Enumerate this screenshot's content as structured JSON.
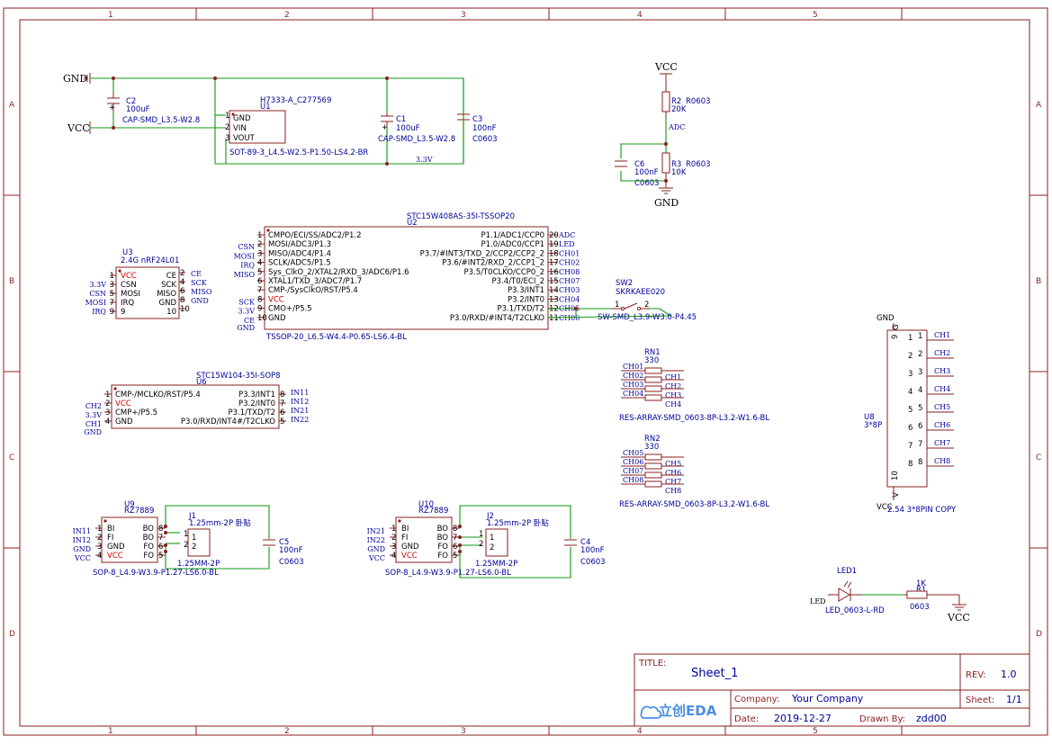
{
  "frame": {
    "columns": [
      "1",
      "2",
      "3",
      "4",
      "5"
    ],
    "rows": [
      "A",
      "B",
      "C",
      "D"
    ]
  },
  "power": {
    "gnd_top": "GND",
    "vcc_left": "VCC",
    "vcc_top": "VCC",
    "gnd_right": "GND",
    "vcc_bottom": "VCC",
    "net_3v3": "3.3V",
    "net_adc": "ADC"
  },
  "components": {
    "c2": {
      "ref": "C2",
      "value": "100uF",
      "footprint": "CAP-SMD_L3.5-W2.8"
    },
    "c1": {
      "ref": "C1",
      "value": "100uF",
      "footprint": "CAP-SMD_L3.5-W2.8"
    },
    "c3": {
      "ref": "C3",
      "value": "100nF",
      "footprint": "C0603"
    },
    "u1": {
      "ref": "U1",
      "name": "H7333-A_C277569",
      "footprint": "SOT-89-3_L4.5-W2.5-P1.50-LS4.2-BR",
      "pins": [
        {
          "num": "1",
          "name": "GND"
        },
        {
          "num": "2",
          "name": "VIN"
        },
        {
          "num": "3",
          "name": "VOUT"
        }
      ]
    },
    "r2": {
      "ref": "R2",
      "pkg": "R0603",
      "value": "20K"
    },
    "r3": {
      "ref": "R3",
      "pkg": "R0603",
      "value": "10K"
    },
    "c6": {
      "ref": "C6",
      "value": "100nF",
      "footprint": "C0603"
    },
    "u3": {
      "ref": "U3",
      "name": "2.4G nRF24L01",
      "left": [
        {
          "num": "1",
          "name": "VCC",
          "net": ""
        },
        {
          "num": "3",
          "name": "CSN",
          "net": "3.3V"
        },
        {
          "num": "5",
          "name": "MOSI",
          "net": "CSN"
        },
        {
          "num": "7",
          "name": "IRQ",
          "net": "MOSI"
        },
        {
          "num": "9",
          "name": "9",
          "net": "IRQ"
        }
      ],
      "right": [
        {
          "num": "2",
          "name": "CE",
          "net": "CE"
        },
        {
          "num": "4",
          "name": "SCK",
          "net": "SCK"
        },
        {
          "num": "6",
          "name": "MISO",
          "net": "MISO"
        },
        {
          "num": "8",
          "name": "GND",
          "net": "GND"
        },
        {
          "num": "10",
          "name": "10",
          "net": ""
        }
      ]
    },
    "u2": {
      "ref": "U2",
      "name": "STC15W408AS-35I-TSSOP20",
      "footprint": "TSSOP-20_L6.5-W4.4-P0.65-LS6.4-BL",
      "left": [
        {
          "num": "1",
          "name": "CMPO/ECI/SS/ADC2/P1.2",
          "net": ""
        },
        {
          "num": "2",
          "name": "MOSI/ADC3/P1.3",
          "net": "CSN"
        },
        {
          "num": "3",
          "name": "MISO/ADC4/P1.4",
          "net": "MOSI"
        },
        {
          "num": "4",
          "name": "SCLK/ADC5/P1.5",
          "net": "IRQ"
        },
        {
          "num": "5",
          "name": "Sys_ClkO_2/XTAL2/RXD_3/ADC6/P1.6",
          "net": "MISO"
        },
        {
          "num": "6",
          "name": "XTAL1/TXD_3/ADC7/P1.7",
          "net": ""
        },
        {
          "num": "7",
          "name": "CMP-/SysClkO/RST/P5.4",
          "net": ""
        },
        {
          "num": "8",
          "name": "VCC",
          "net": "SCK"
        },
        {
          "num": "9",
          "name": "CMO+/P5.5",
          "net": "3.3V"
        },
        {
          "num": "10",
          "name": "GND",
          "net": "CE"
        }
      ],
      "left_extra_net": "GND",
      "right": [
        {
          "num": "20",
          "name": "P1.1/ADC1/CCP0",
          "net": "ADC"
        },
        {
          "num": "19",
          "name": "P1.0/ADC0/CCP1",
          "net": "LED"
        },
        {
          "num": "18",
          "name": "P3.7/#INT3/TXD_2/CCP2/CCP2_2",
          "net": "CH01"
        },
        {
          "num": "17",
          "name": "P3.6/#INT2/RXD_2/CCP1_2",
          "net": "CH02"
        },
        {
          "num": "16",
          "name": "P3.5/T0CLKO/CCP0_2",
          "net": "CH08"
        },
        {
          "num": "15",
          "name": "P3.4/T0/ECI_2",
          "net": "CH07"
        },
        {
          "num": "14",
          "name": "P3.3/INT1",
          "net": "CH03"
        },
        {
          "num": "13",
          "name": "P3.2/INT0",
          "net": "CH04"
        },
        {
          "num": "12",
          "name": "P3.1/TXD/T2",
          "net": "CH05"
        },
        {
          "num": "11",
          "name": "P3.0/RXD/#INT4/T2CLKO",
          "net": "CH06"
        }
      ]
    },
    "sw2": {
      "ref": "SW2",
      "name": "SKRKAEE020",
      "footprint": "SW-SMD_L3.9-W3.0-P4.45",
      "pin1": "1",
      "pin2": "2"
    },
    "u6": {
      "ref": "U6",
      "name": "STC15W104-35I-SOP8",
      "left": [
        {
          "num": "1",
          "name": "CMP-/MCLKO/RST/P5.4",
          "net": ""
        },
        {
          "num": "2",
          "name": "VCC",
          "net": "CH2"
        },
        {
          "num": "3",
          "name": "CMP+/P5.5",
          "net": "3.3V"
        },
        {
          "num": "4",
          "name": "GND",
          "net": "CH1"
        }
      ],
      "left_extra_net": "GND",
      "right": [
        {
          "num": "8",
          "name": "P3.3/INT1",
          "net": "IN11"
        },
        {
          "num": "7",
          "name": "P3.2/INT0",
          "net": "IN12"
        },
        {
          "num": "6",
          "name": "P3.1/TXD/T2",
          "net": "IN21"
        },
        {
          "num": "5",
          "name": "P3.0/RXD/INT4#/T2CLKO",
          "net": "IN22"
        }
      ]
    },
    "rn1": {
      "ref": "RN1",
      "value": "330",
      "footprint": "RES-ARRAY-SMD_0603-8P-L3.2-W1.6-BL",
      "left": [
        "CH01",
        "CH02",
        "CH03",
        "CH04"
      ],
      "right": [
        "CH1",
        "CH2",
        "CH3",
        "CH4"
      ]
    },
    "rn2": {
      "ref": "RN2",
      "value": "330",
      "footprint": "RES-ARRAY-SMD_0603-8P-L3.2-W1.6-BL",
      "left": [
        "CH05",
        "CH06",
        "CH07",
        "CH08"
      ],
      "right": [
        "CH5",
        "CH6",
        "CH7",
        "CH8"
      ]
    },
    "u8": {
      "ref": "U8",
      "value": "3*8P",
      "footprint": "2.54 3*8PIN COPY",
      "top_net": "GND",
      "bottom_net": "VCC",
      "top_pin": "9",
      "bottom_pin": "10",
      "top_label": "G",
      "bottom_label": "V",
      "pins": [
        {
          "num": "1",
          "net": "CH1"
        },
        {
          "num": "2",
          "net": "CH2"
        },
        {
          "num": "3",
          "net": "CH3"
        },
        {
          "num": "4",
          "net": "CH4"
        },
        {
          "num": "5",
          "net": "CH5"
        },
        {
          "num": "6",
          "net": "CH6"
        },
        {
          "num": "7",
          "net": "CH7"
        },
        {
          "num": "8",
          "net": "CH8"
        }
      ]
    },
    "u9": {
      "ref": "U9",
      "name": "RZ7889",
      "footprint": "SOP-8_L4.9-W3.9-P1.27-LS6.0-BL",
      "left": [
        {
          "num": "1",
          "name": "BI",
          "net": "IN11"
        },
        {
          "num": "2",
          "name": "FI",
          "net": "IN12"
        },
        {
          "num": "3",
          "name": "GND",
          "net": "GND"
        },
        {
          "num": "4",
          "name": "VCC",
          "net": "VCC"
        }
      ],
      "right": [
        {
          "num": "8",
          "name": "BO"
        },
        {
          "num": "7",
          "name": "BO"
        },
        {
          "num": "6",
          "name": "FO"
        },
        {
          "num": "5",
          "name": "FO"
        }
      ]
    },
    "u10": {
      "ref": "U10",
      "name": "RZ7889",
      "footprint": "SOP-8_L4.9-W3.9-P1.27-LS6.0-BL",
      "left": [
        {
          "num": "1",
          "name": "BI",
          "net": "IN21"
        },
        {
          "num": "2",
          "name": "FI",
          "net": "IN22"
        },
        {
          "num": "3",
          "name": "GND",
          "net": "GND"
        },
        {
          "num": "4",
          "name": "VCC",
          "net": "VCC"
        }
      ],
      "right": [
        {
          "num": "8",
          "name": "BO"
        },
        {
          "num": "7",
          "name": "BO"
        },
        {
          "num": "6",
          "name": "FO"
        },
        {
          "num": "5",
          "name": "FO"
        }
      ]
    },
    "j1": {
      "ref": "J1",
      "name": "1.25mm-2P 卧贴",
      "footprint": "1.25MM-2P"
    },
    "j2": {
      "ref": "J2",
      "name": "1.25mm-2P 卧贴",
      "footprint": "1.25MM-2P"
    },
    "c5": {
      "ref": "C5",
      "value": "100nF",
      "footprint": "C0603"
    },
    "c4": {
      "ref": "C4",
      "value": "100nF",
      "footprint": "C0603"
    },
    "led1": {
      "ref": "LED1",
      "footprint": "LED_0603-L-RD",
      "net": "LED"
    },
    "r1": {
      "ref": "R1",
      "value": "1K",
      "footprint": "0603"
    }
  },
  "title_block": {
    "title_label": "TITLE:",
    "title": "Sheet_1",
    "rev_label": "REV:",
    "rev": "1.0",
    "company_label": "Company:",
    "company": "Your Company",
    "sheet_label": "Sheet:",
    "sheet": "1/1",
    "date_label": "Date:",
    "date": "2019-12-27",
    "drawn_label": "Drawn By:",
    "drawn_by": "zdd00",
    "logo_text": "立创EDA"
  },
  "colors": {
    "frame": "#8a1f1f",
    "wire": "#129812",
    "label": "#000099",
    "power_pin": "#cc0000"
  }
}
